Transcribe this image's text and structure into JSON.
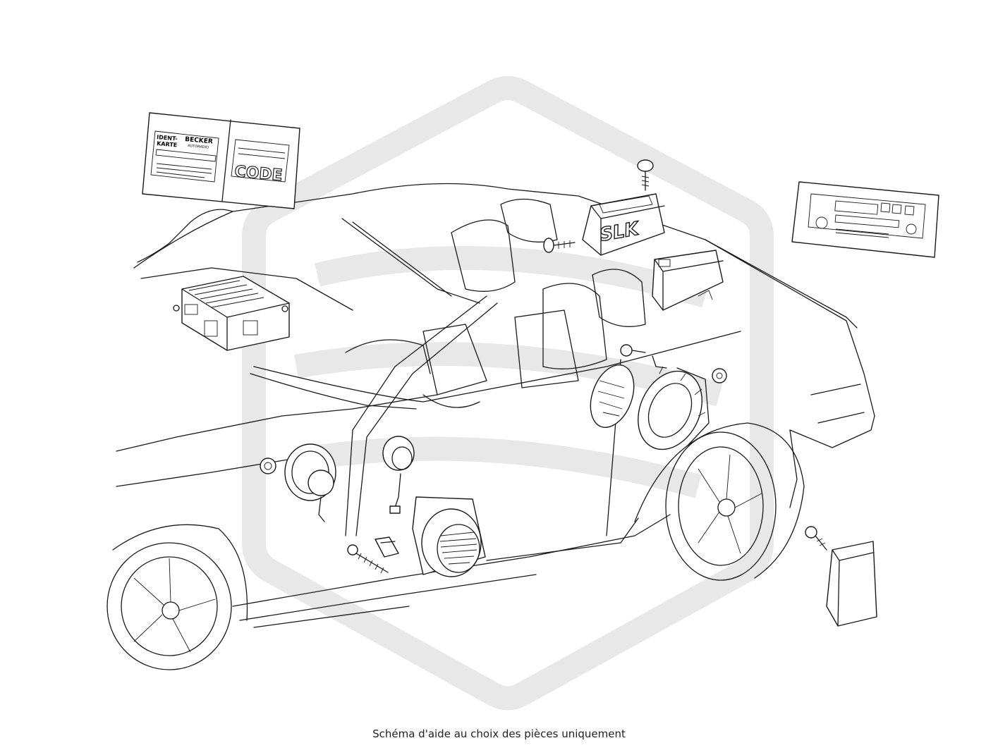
{
  "caption": "Schéma d'aide au choix des pièces uniquement",
  "labels": {
    "ident_line1": "IDENT-",
    "ident_line2": "KARTE",
    "ident_brand": "BECKER",
    "ident_brand_sub": "AUTORADIO",
    "code_label": "CODE",
    "module_label": "SLK"
  },
  "colors": {
    "line": "#1a1a1a",
    "background": "#ffffff",
    "watermark": "#e6e6e6"
  },
  "icons": [
    "car-outline",
    "radio-unit",
    "speaker",
    "tweeter",
    "screw",
    "control-module",
    "watermark-logo"
  ]
}
